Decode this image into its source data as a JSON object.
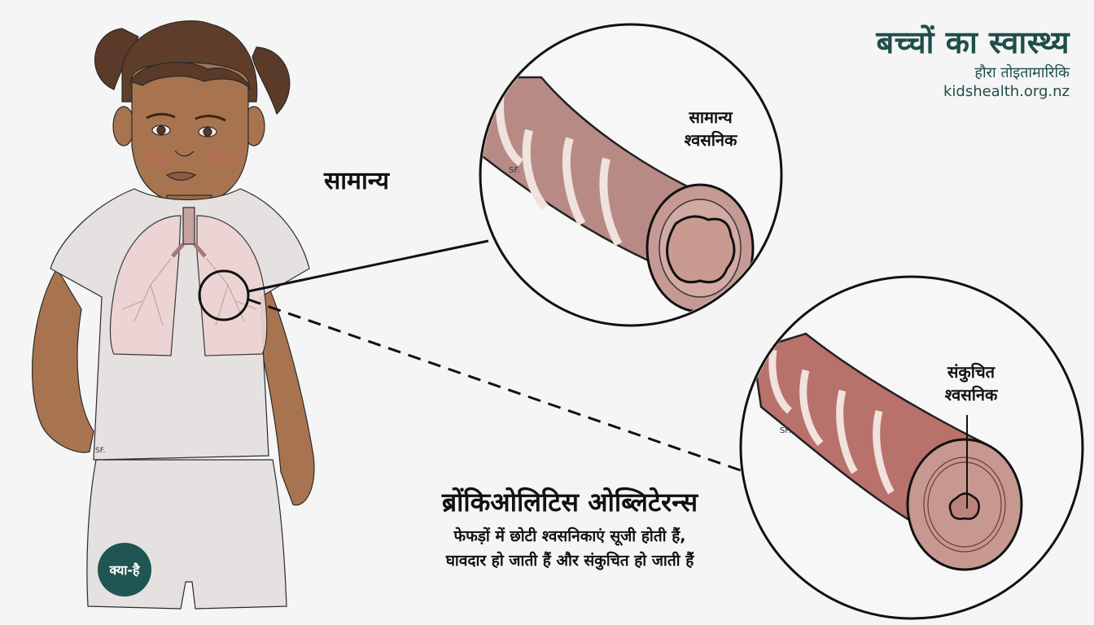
{
  "brand": {
    "title": "बच्चों का स्वास्थ्य",
    "subtitle": "हौरा तोइतामारिकि",
    "url": "kidshealth.org.nz",
    "color": "#1f4d4a"
  },
  "labels": {
    "normal_heading": "सामान्य",
    "normal_airway_line1": "सामान्य",
    "normal_airway_line2": "श्वसनिक",
    "narrow_airway_line1": "संकुचित",
    "narrow_airway_line2": "श्वसनिक",
    "signature": "SF."
  },
  "condition": {
    "name": "ब्रोंकिओलिटिस ओब्लिटेरन्स",
    "description_line1": "फेफड़ों में छोटी श्वसनिकाएं सूजी होती हैं,",
    "description_line2": "घावदार हो जाती हैं और संकुचित हो जाती हैं"
  },
  "badge": {
    "label": "क्या-है",
    "color": "#1f5552"
  },
  "colors": {
    "background": "#f5f5f5",
    "skin": "#a8744f",
    "hair": "#5a3a28",
    "shirt": "#e6e1e1",
    "lung": "#ecd3d2",
    "airway": "#b88a86",
    "airway_inflamed": "#b9716c",
    "cartilage": "#f0e2dc"
  }
}
